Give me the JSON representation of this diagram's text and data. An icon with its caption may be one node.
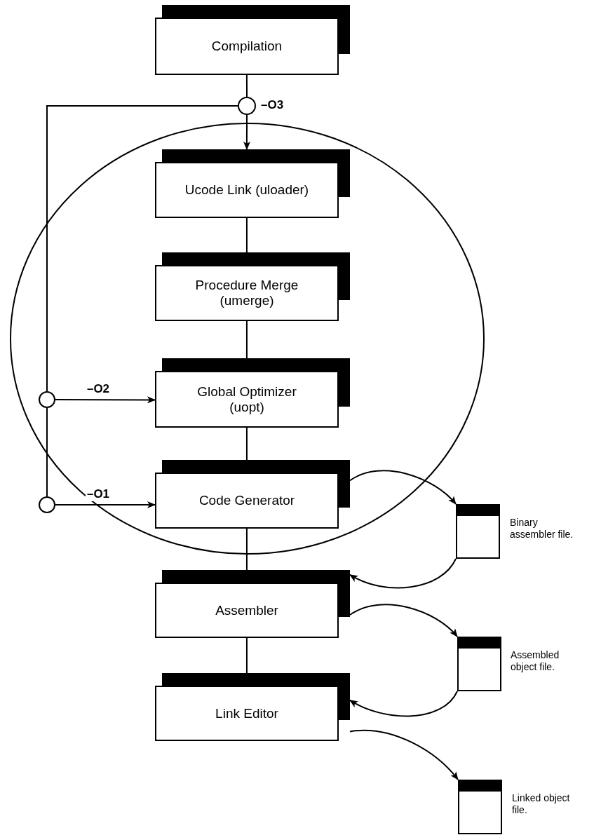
{
  "diagram": {
    "nodes": [
      {
        "text": [
          "Compilation"
        ]
      },
      {
        "text": [],
        "shape": "ellipse"
      },
      {
        "text": [
          "Ucode Link (uloader)"
        ],
        "in": 1
      },
      {
        "text": [
          "Procedure Merge (umerge)"
        ],
        "in": 1
      },
      {
        "text": [
          "Global Optimizer (uopt)"
        ],
        "in": 1
      },
      {
        "text": [
          "Code Generator"
        ],
        "in": 1
      },
      {
        "text": [
          "Assembler"
        ]
      },
      {
        "text": [
          "Link Editor"
        ]
      },
      {
        "text": [],
        "shape": "circle",
        "beside": [
          "–O3"
        ]
      },
      {
        "text": [],
        "shape": "circle",
        "in": 1
      },
      {
        "text": [],
        "shape": "circle"
      },
      {
        "text": [],
        "shape": "box",
        "beside": [
          "Binary assembler file."
        ]
      },
      {
        "text": [],
        "shape": "box",
        "beside": [
          "Assembled object file."
        ]
      },
      {
        "text": [],
        "shape": "box",
        "beside": [
          "Linked object file."
        ]
      }
    ],
    "edges": [
      {
        "from": 0,
        "to": 8,
        "arrow": "none"
      },
      {
        "from": 8,
        "to": 2,
        "arrow": "to"
      },
      {
        "from": 8,
        "to": 9,
        "arrow": "none"
      },
      {
        "from": 9,
        "to": 10,
        "arrow": "none"
      },
      {
        "from": 9,
        "to": 4,
        "arrow": "to",
        "label": "–O2"
      },
      {
        "from": 10,
        "to": 5,
        "arrow": "to",
        "label": "–O1"
      },
      {
        "from": 2,
        "to": 3,
        "arrow": "none"
      },
      {
        "from": 3,
        "to": 4,
        "arrow": "none"
      },
      {
        "from": 4,
        "to": 5,
        "arrow": "none"
      },
      {
        "from": 5,
        "to": 6,
        "arrow": "none"
      },
      {
        "from": 6,
        "to": 7,
        "arrow": "none"
      },
      {
        "from": 5,
        "to": 11,
        "arrow": "to"
      },
      {
        "from": 11,
        "to": 6,
        "arrow": "to"
      },
      {
        "from": 6,
        "to": 12,
        "arrow": "to"
      },
      {
        "from": 12,
        "to": 7,
        "arrow": "to"
      },
      {
        "from": 7,
        "to": 13,
        "arrow": "to"
      }
    ]
  }
}
